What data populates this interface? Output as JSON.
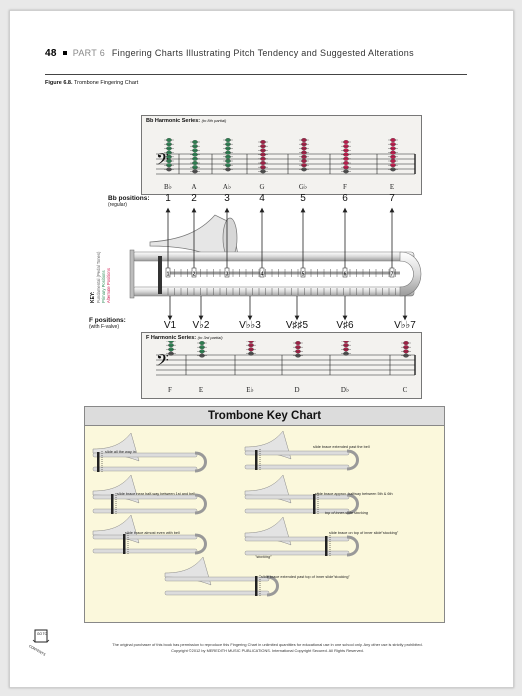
{
  "header": {
    "page_number": "48",
    "part": "PART 6",
    "title": "Fingering Charts Illustrating Pitch Tendency and Suggested Alterations"
  },
  "figure": {
    "label": "Figure 6.8.",
    "caption": "Trombone Fingering Chart"
  },
  "bb_series": {
    "title": "Bb Harmonic Series:",
    "note": "(to 8th partial)",
    "names": [
      "B♭",
      "A",
      "A♭",
      "G",
      "G♭",
      "F",
      "E"
    ],
    "colors": [
      "#2e8b57",
      "#2e8b57",
      "#2e8b57",
      "#b3204a",
      "#b3204a",
      "#d11b52",
      "#d11b52"
    ]
  },
  "bb_positions": {
    "label": "Bb positions:",
    "sub": "(regular)",
    "values": [
      "1",
      "2",
      "3",
      "4",
      "5",
      "6",
      "7"
    ]
  },
  "key_legend": {
    "title": "KEY:",
    "items": [
      "Fundamental (Pedal Tones)",
      "Primary Positions",
      "Alternate Positions"
    ],
    "colors": [
      "#666666",
      "#2e8b57",
      "#d11b52"
    ]
  },
  "f_positions": {
    "label": "F positions:",
    "sub": "(with F-valve)",
    "values": [
      "V1",
      "V♭2",
      "V♭♭3",
      "V♯♯5",
      "V♯6",
      "V♭♭7"
    ]
  },
  "f_series": {
    "title": "F Harmonic Series:",
    "note": "(to 3rd partial)",
    "names": [
      "F",
      "E",
      "E♭",
      "D",
      "D♭",
      "C"
    ],
    "colors": [
      "#2e8b57",
      "#2e8b57",
      "#b3204a",
      "#b3204a",
      "#b3204a",
      "#b3204a"
    ]
  },
  "key_chart": {
    "title": "Trombone Key Chart",
    "labels": [
      "slide all the way in",
      "slide brace extended past the  bell",
      "slide brace near half-way between 1st and bell",
      "slide brace approx. halfway between 5th & 6th",
      "top of inner-slide stocking",
      "slide brace almost even with  bell",
      "slide brace on top of  inner slide\"stocking\"",
      "\"stocking\"",
      "slide brace extended past top of inner slide\"stocking\""
    ]
  },
  "goto": {
    "label": "GO TO",
    "sub": "CONTENTS"
  },
  "footer": {
    "line1": "The original purchaser of this book has permission to reproduce this Fingering Chart in unlimited quantities for educational use in one school only. Any other use is strictly prohibited.",
    "line2": "Copyright ©2012 by MEREDITH MUSIC PUBLICATIONS. International Copyright Secured. All Rights Reserved."
  }
}
